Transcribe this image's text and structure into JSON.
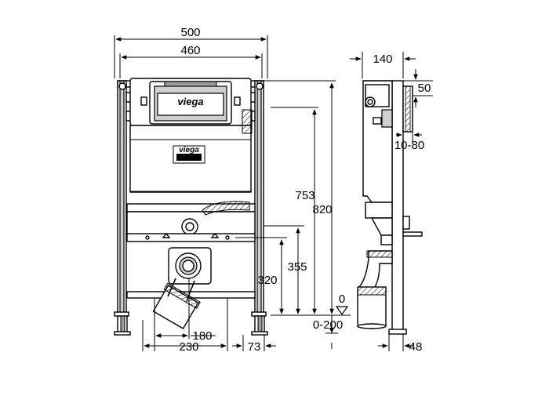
{
  "brand": {
    "logo_text": "viega",
    "accent_color": "#000000"
  },
  "dimensions": {
    "overall_width": "500",
    "frame_width": "460",
    "depth": "140",
    "top_offset": "50",
    "wall_gap": "10-80",
    "height_top": "820",
    "height_actuator": "753",
    "height_outlet": "355",
    "height_supply": "320",
    "floor_zero": "0",
    "floor_adjust": "0-200",
    "drain_offset": "180",
    "drain_spacing": "230",
    "side_offset": "73",
    "foot_depth": "48"
  }
}
